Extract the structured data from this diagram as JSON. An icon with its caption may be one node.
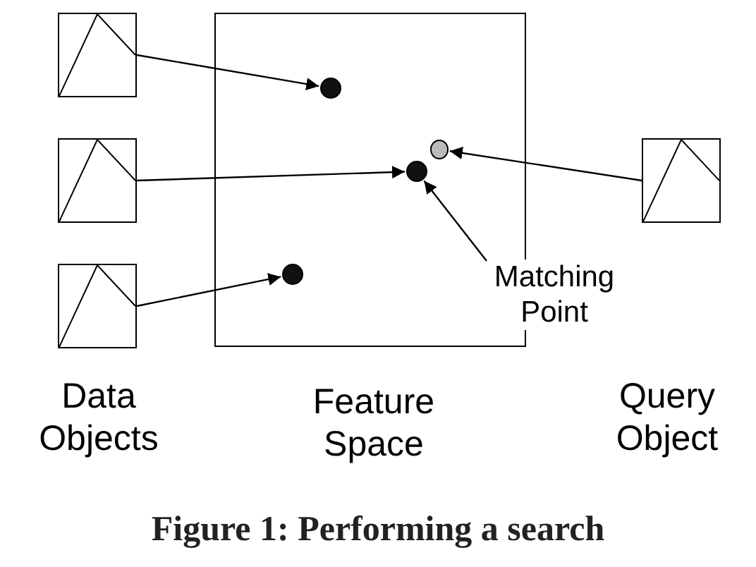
{
  "diagram": {
    "caption": "Figure 1: Performing a search",
    "nodes": [
      {
        "text": [],
        "shape": "box"
      },
      {
        "text": [],
        "shape": "box"
      },
      {
        "text": [],
        "shape": "box"
      },
      {
        "text": [],
        "shape": "box"
      },
      {
        "text": [],
        "shape": "box"
      },
      {
        "text": [],
        "shape": "circle",
        "in": 0
      },
      {
        "text": [],
        "shape": "circle",
        "in": 0
      },
      {
        "text": [],
        "shape": "circle",
        "in": 0
      },
      {
        "text": [],
        "shape": "circle",
        "in": 0
      },
      {
        "text": [
          "Matching Point"
        ]
      }
    ],
    "edges": [
      {
        "from": 1,
        "to": 5,
        "arrow": "to"
      },
      {
        "from": 2,
        "to": 7,
        "arrow": "to"
      },
      {
        "from": 3,
        "to": 8,
        "arrow": "to"
      },
      {
        "from": 4,
        "to": 6,
        "arrow": "to"
      },
      {
        "from": 9,
        "to": 7,
        "arrow": "to"
      }
    ],
    "labels": [
      "Data Objects",
      "Feature Space",
      "Query Object"
    ]
  }
}
